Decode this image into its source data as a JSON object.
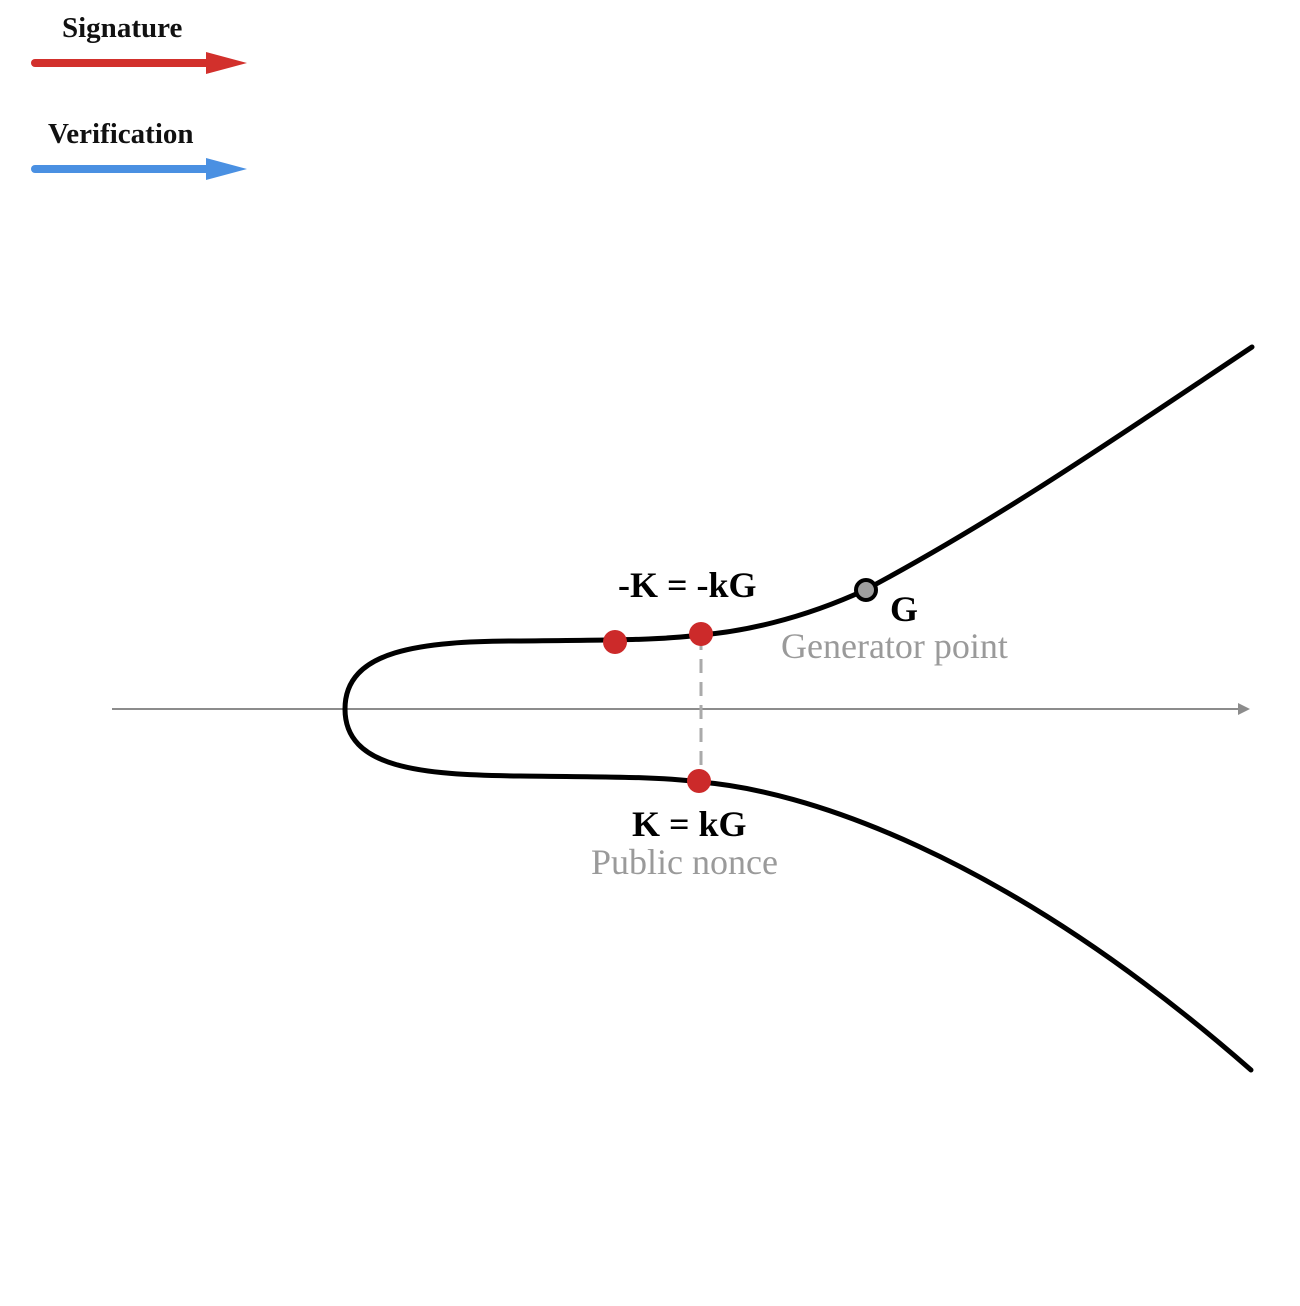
{
  "legend": {
    "signature": {
      "label": "Signature",
      "color": "#d2302c"
    },
    "verification": {
      "label": "Verification",
      "color": "#4a90e2"
    }
  },
  "curve": {
    "color": "#000000",
    "axis_color": "#8c8c8c"
  },
  "points": {
    "generator": {
      "label": "G",
      "caption": "Generator point",
      "color": "#9e9e9e"
    },
    "negated_nonce": {
      "label": "-K = -kG",
      "color": "#cc2a2a"
    },
    "nonce": {
      "label": "K = kG",
      "caption": "Public nonce",
      "color": "#cc2a2a"
    },
    "extra_point": {
      "color": "#cc2a2a"
    }
  },
  "projection_line": {
    "style": "dashed",
    "color": "#aaaaaa"
  }
}
